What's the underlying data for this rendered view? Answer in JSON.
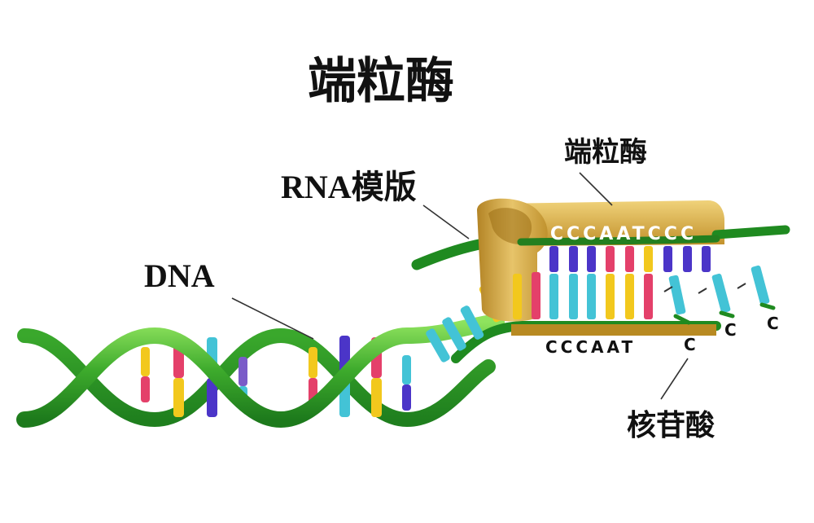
{
  "title": "端粒酶",
  "labels": {
    "telomerase": "端粒酶",
    "rna_template": "RNA模版",
    "dna": "DNA",
    "nucleotide": "核苷酸"
  },
  "sequences": {
    "rna_template_seq": "CCCAATCCC",
    "dna_strand_seq": "CCCAAT",
    "dna_next_c": "C",
    "free_c1": "C",
    "free_c2": "C"
  },
  "colors": {
    "helix_green": "#2e9e2a",
    "helix_light": "#7cd95a",
    "enzyme_gold": "#c99a2a",
    "enzyme_light": "#e8c86a",
    "base_red": "#e4406a",
    "base_yellow": "#f2c81d",
    "base_cyan": "#43c3d6",
    "base_blue": "#4b35c8",
    "base_violet": "#7a5cc8"
  }
}
